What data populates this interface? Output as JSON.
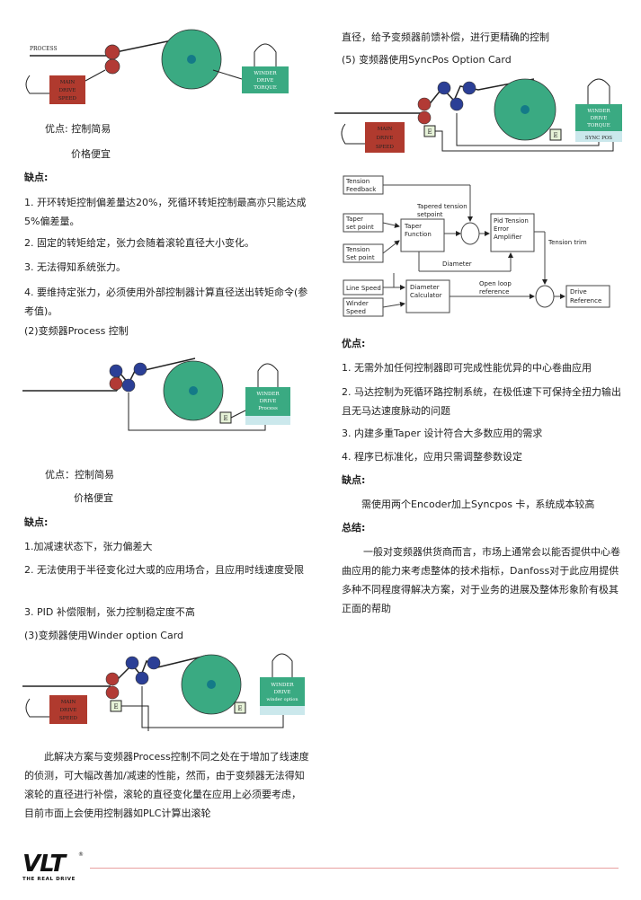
{
  "left": {
    "fig1": {
      "process": "PROCESS",
      "drive": [
        "MAIN",
        "DRIVE",
        "SPEED"
      ],
      "winder": [
        "WINDER",
        "DRIVE",
        "TORQUE"
      ]
    },
    "adv1": "优点: 控制简易",
    "adv1b": "价格便宜",
    "dis1_title": "缺点:",
    "dis1_1": "1. 开环转矩控制偏差量达20%，死循环转矩控制最高亦只能达成5%偏差量。",
    "dis1_2": "2. 固定的转矩给定，张力会随着滚轮直径大小变化。",
    "dis1_3": "3. 无法得知系统张力。",
    "dis1_4": "4. 要维持定张力，必须使用外部控制器计算直径送出转矩命令(参考值)。",
    "sec2": "(2)变频器Process 控制",
    "fig2": {
      "winder": [
        "WINDER",
        "DRIVE",
        "Process"
      ],
      "e": "E"
    },
    "adv2": "优点：控制简易",
    "adv2b": "价格便宜",
    "dis2_title": "缺点:",
    "dis2_1": "1.加减速状态下，张力偏差大",
    "dis2_2": "2. 无法使用于半径变化过大或的应用场合，且应用时线速度受限",
    "dis2_3": "3. PID 补偿限制，张力控制稳定度不高",
    "sec3": "(3)变频器使用Winder option Card",
    "fig3": {
      "drive": [
        "MAIN",
        "DRIVE",
        "SPEED"
      ],
      "winder": [
        "WINDER",
        "DRIVE",
        "winder option"
      ],
      "e": "E"
    },
    "para3": "此解决方案与变频器Process控制不同之处在于增加了线速度的侦测，可大幅改善加/减速的性能，然而，由于变频器无法得知滚轮的直径进行补偿，滚轮的直径变化量在应用上必须要考虑，目前市面上会使用控制器如PLC计算出滚轮"
  },
  "right": {
    "cont": "直径，给予变频器前馈补偿，进行更精确的控制",
    "sec5": "(5) 变频器使用SyncPos Option Card",
    "fig5": {
      "drive": [
        "MAIN",
        "DRIVE",
        "SPEED"
      ],
      "winder": [
        "WINDER",
        "DRIVE",
        "TORQUE"
      ],
      "sync": "SYNC POS",
      "e": "E"
    },
    "block": {
      "tension_feedback": [
        "Tension",
        "Feedback"
      ],
      "taper_setpoint": [
        "Taper",
        "set point"
      ],
      "tension_setpoint": [
        "Tension",
        "Set point"
      ],
      "taper_function": [
        "Taper",
        "Function"
      ],
      "tapered_tension": [
        "Tapered tension",
        "setpoint"
      ],
      "pid": [
        "Pid Tension",
        "Error",
        "Amplifier"
      ],
      "tension_trim": "Tension trim",
      "diameter": "Diameter",
      "line_speed": "Line Speed",
      "winder_speed": [
        "Winder",
        "Speed"
      ],
      "diameter_calc": [
        "Diameter",
        "Calculator"
      ],
      "open_loop": [
        "Open loop",
        "reference"
      ],
      "drive_ref": [
        "Drive",
        "Reference"
      ]
    },
    "adv_title": "优点:",
    "adv_1": "1. 无需外加任何控制器即可完成性能优异的中心卷曲应用",
    "adv_2": "2. 马达控制为死循环路控制系统，在极低速下可保持全扭力输出且无马达速度脉动的问题",
    "adv_3": "3. 内建多重Taper 设计符合大多数应用的需求",
    "adv_4": "4. 程序已标准化，应用只需调整参数设定",
    "dis_title": "缺点:",
    "dis_1": "需使用两个Encoder加上Syncpos 卡，系统成本较高",
    "sum_title": "总结:",
    "sum_text": "一般对变频器供货商而言，市场上通常会以能否提供中心卷曲应用的能力来考虑整体的技术指标，Danfoss对于此应用提供多种不同程度得解决方案，对于业务的进展及整体形象阶有极其正面的帮助"
  },
  "footer": {
    "logo": "VLT",
    "reg": "®",
    "tagline": "THE REAL DRIVE"
  }
}
